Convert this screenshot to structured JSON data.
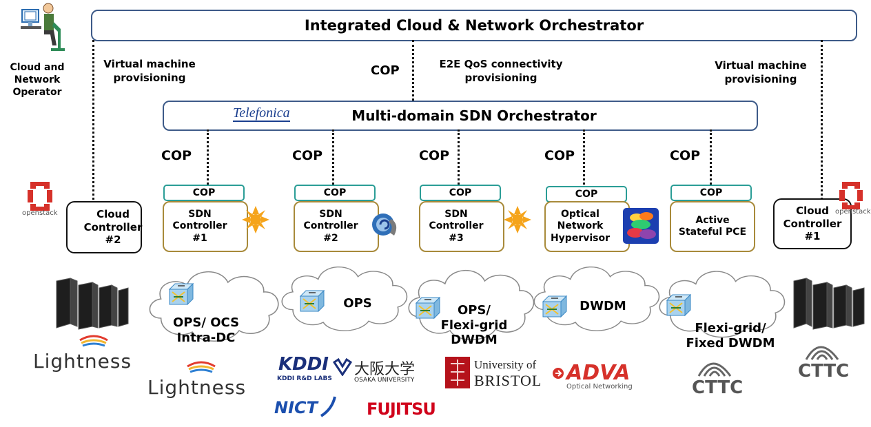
{
  "operator": {
    "label": "Cloud and\nNetwork\nOperator"
  },
  "top_orchestrator": {
    "title": "Integrated Cloud & Network Orchestrator"
  },
  "labels": {
    "vm_left": "Virtual machine\nprovisioning",
    "cop_top": "COP",
    "e2e": "E2E QoS  connectivity\nprovisioning",
    "vm_right": "Virtual machine\nprovisioning"
  },
  "sdn_orchestrator": {
    "logo": "Telefonica",
    "title": "Multi-domain SDN Orchestrator"
  },
  "cop_labels": [
    "COP",
    "COP",
    "COP",
    "COP",
    "COP"
  ],
  "cop_boxes": [
    "COP",
    "COP",
    "COP",
    "COP",
    "COP"
  ],
  "controllers": [
    {
      "label": "SDN\nController\n#1",
      "icon": "opendaylight-icon"
    },
    {
      "label": "SDN\nController\n#2",
      "icon": "ryu-icon"
    },
    {
      "label": "SDN\nController\n#3",
      "icon": "opendaylight-icon"
    },
    {
      "label": "Optical\nNetwork\nHypervisor",
      "icon": "multi-cloud-icon"
    },
    {
      "label": "Active\nStateful PCE",
      "icon": ""
    }
  ],
  "cloud_controllers": {
    "left": {
      "label": "Cloud\nController #2",
      "logo": "openstack"
    },
    "right": {
      "label": "Cloud\nController #1",
      "logo": "openstack"
    }
  },
  "domains": [
    {
      "label": "OPS/ OCS\nIntra-DC"
    },
    {
      "label": "OPS"
    },
    {
      "label": "OPS/\nFlexi-grid\nDWDM"
    },
    {
      "label": "DWDM"
    },
    {
      "label": "Flexi-grid/\nFixed DWDM"
    }
  ],
  "partners": {
    "lightness_left": "Lightness",
    "lightness_mid": "Lightness",
    "kddi": "KDDI",
    "kddi_sub": "KDDI R&D LABS",
    "osaka": "大阪大学",
    "osaka_sub": "OSAKA UNIVERSITY",
    "nict": "NICT",
    "fujitsu": "FUJITSU",
    "bristol1": "University of",
    "bristol2": "BRISTOL",
    "adva": "ADVA",
    "adva_sub": "Optical Networking",
    "cttc_mid": "CTTC",
    "cttc_right": "CTTC"
  },
  "colors": {
    "orchestrator_border": "#3d5a88",
    "cop_border": "#2a9d96",
    "controller_border": "#a88a3a"
  }
}
